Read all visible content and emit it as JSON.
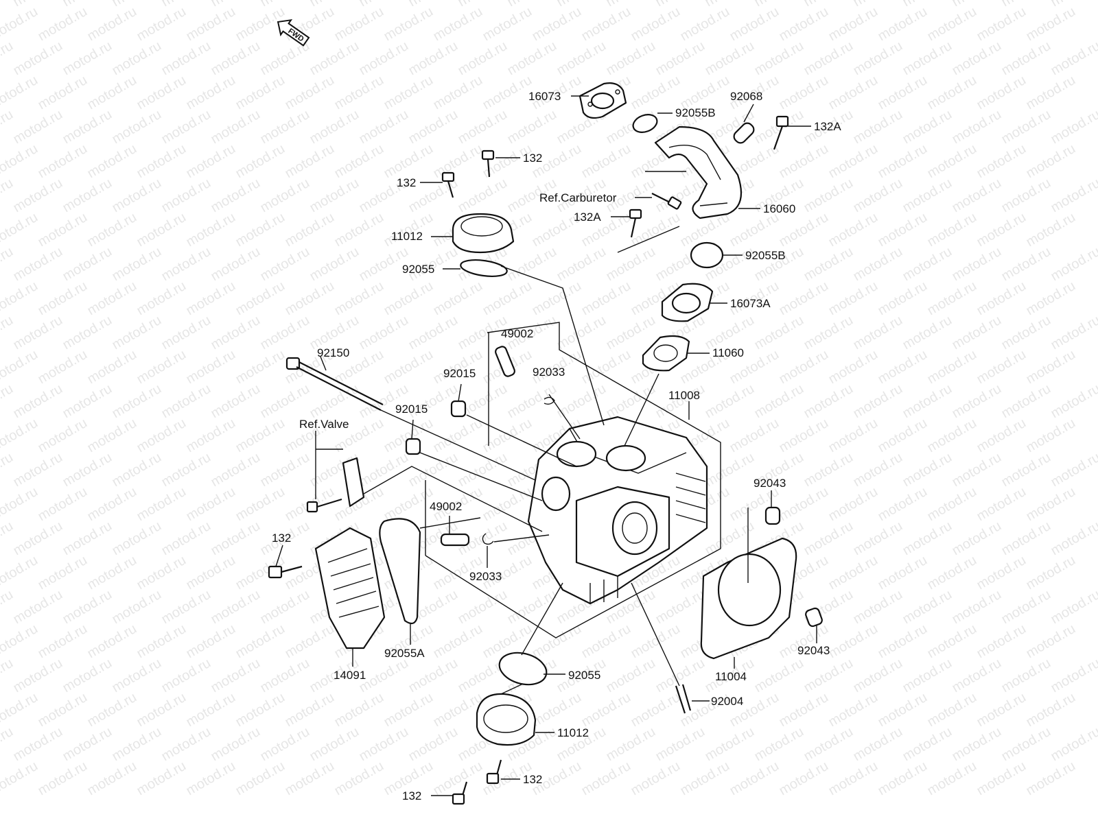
{
  "diagram": {
    "watermark": "motod.ru",
    "direction_marker": "FWD",
    "callouts": [
      {
        "id": "c16073",
        "text": "16073"
      },
      {
        "id": "c92055B_top",
        "text": "92055B"
      },
      {
        "id": "c92068",
        "text": "92068"
      },
      {
        "id": "c132A_top",
        "text": "132A"
      },
      {
        "id": "c132_top",
        "text": "132"
      },
      {
        "id": "c132_left",
        "text": "132"
      },
      {
        "id": "c_ref_carb",
        "text": "Ref.Carburetor"
      },
      {
        "id": "c132A_mid",
        "text": "132A"
      },
      {
        "id": "c16060",
        "text": "16060"
      },
      {
        "id": "c11012_top",
        "text": "11012"
      },
      {
        "id": "c92055B_mid",
        "text": "92055B"
      },
      {
        "id": "c92055_top",
        "text": "92055"
      },
      {
        "id": "c16073A",
        "text": "16073A"
      },
      {
        "id": "c49002_top",
        "text": "49002"
      },
      {
        "id": "c11060",
        "text": "11060"
      },
      {
        "id": "c92150",
        "text": "92150"
      },
      {
        "id": "c92015_a",
        "text": "92015"
      },
      {
        "id": "c92033_top",
        "text": "92033"
      },
      {
        "id": "c11008",
        "text": "11008"
      },
      {
        "id": "c92015_b",
        "text": "92015"
      },
      {
        "id": "c_ref_valve",
        "text": "Ref.Valve"
      },
      {
        "id": "c92043_top",
        "text": "92043"
      },
      {
        "id": "c49002_mid",
        "text": "49002"
      },
      {
        "id": "c132_mid",
        "text": "132"
      },
      {
        "id": "c92033_mid",
        "text": "92033"
      },
      {
        "id": "c92055A",
        "text": "92055A"
      },
      {
        "id": "c14091",
        "text": "14091"
      },
      {
        "id": "c92043_bot",
        "text": "92043"
      },
      {
        "id": "c11004",
        "text": "11004"
      },
      {
        "id": "c92055_bot",
        "text": "92055"
      },
      {
        "id": "c92004",
        "text": "92004"
      },
      {
        "id": "c11012_bot",
        "text": "11012"
      },
      {
        "id": "c132_bot_r",
        "text": "132"
      },
      {
        "id": "c132_bot_l",
        "text": "132"
      }
    ]
  }
}
